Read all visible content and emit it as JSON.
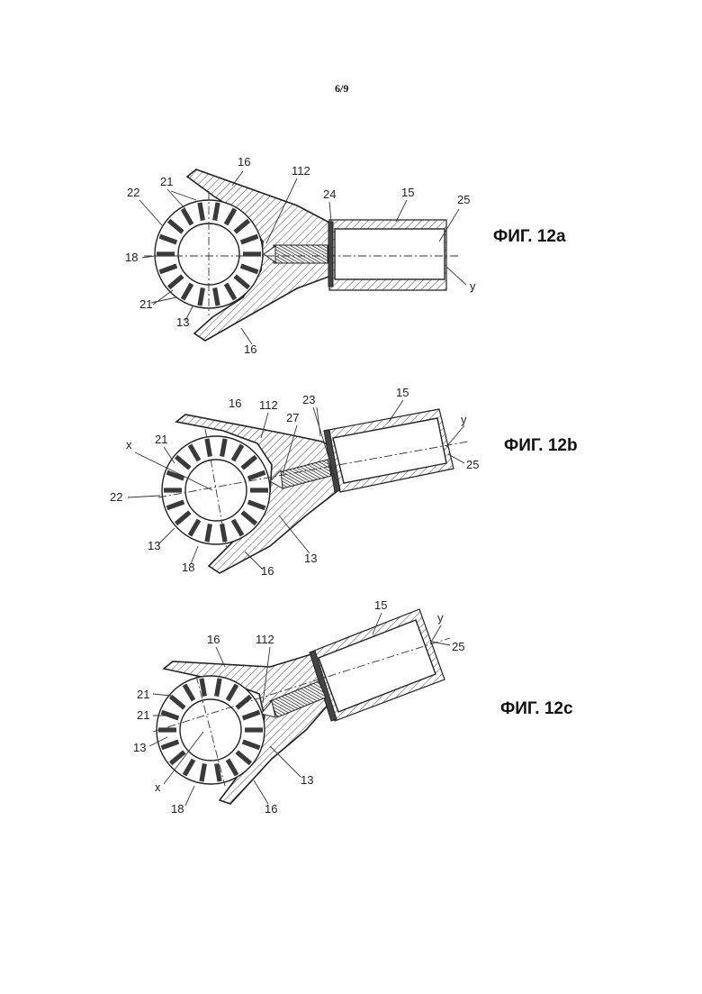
{
  "page": {
    "number": "6/9"
  },
  "figures": [
    {
      "title": "ФИГ. 12a",
      "labels": {
        "l16a": "16",
        "l112": "112",
        "l21a": "21",
        "l22": "22",
        "l24": "24",
        "l15": "15",
        "l25": "25",
        "l18": "18",
        "ly": "y",
        "l21b": "21",
        "l13": "13",
        "l16b": "16"
      }
    },
    {
      "title": "ФИГ. 12b",
      "labels": {
        "l16a": "16",
        "l112": "112",
        "l23": "23",
        "l15": "15",
        "lx": "x",
        "l21": "21",
        "l27": "27",
        "ly": "y",
        "l25": "25",
        "l22": "22",
        "l13a": "13",
        "l13b": "13",
        "l18": "18",
        "l16b": "16"
      }
    },
    {
      "title": "ФИГ. 12c",
      "labels": {
        "l15": "15",
        "ly": "y",
        "l16a": "16",
        "l112": "112",
        "l25": "25",
        "l21a": "21",
        "l21b": "21",
        "l13a": "13",
        "lx": "x",
        "l13b": "13",
        "l18": "18",
        "l16b": "16"
      }
    }
  ]
}
